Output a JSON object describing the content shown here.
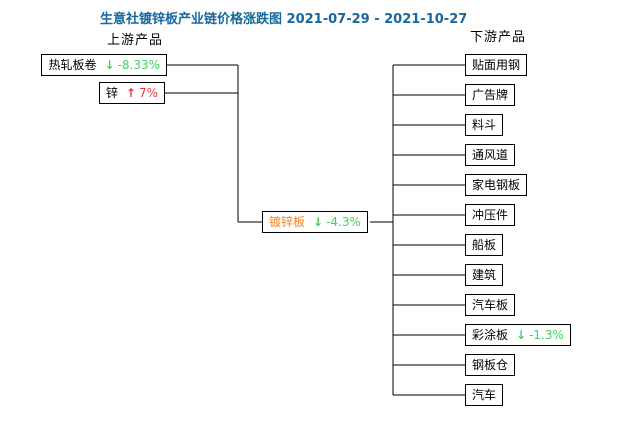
{
  "title": "生意社镀锌板产业链价格涨跌图 2021-07-29 - 2021-10-27",
  "colors": {
    "title_blue": "#16689E",
    "down_green": "#3BD65E",
    "up_red": "#E83A3A",
    "center_orange": "#F8821F",
    "node_border": "#000000",
    "text_black": "#000000",
    "background": "#FFFFFF"
  },
  "upstream": {
    "header": "上游产品",
    "items": [
      {
        "label": "热轧板卷",
        "arrow": "↓",
        "change": "-8.33%",
        "direction": "down"
      },
      {
        "label": "锌",
        "arrow": "↑",
        "change": "7%",
        "direction": "up"
      }
    ]
  },
  "center": {
    "label": "镀锌板",
    "arrow": "↓",
    "change": "-4.3%",
    "direction": "down"
  },
  "downstream": {
    "header": "下游产品",
    "items": [
      {
        "label": "贴面用钢"
      },
      {
        "label": "广告牌"
      },
      {
        "label": "料斗"
      },
      {
        "label": "通风道"
      },
      {
        "label": "家电钢板"
      },
      {
        "label": "冲压件"
      },
      {
        "label": "船板"
      },
      {
        "label": "建筑"
      },
      {
        "label": "汽车板"
      },
      {
        "label": "彩涂板",
        "arrow": "↓",
        "change": "-1.3%",
        "direction": "down"
      },
      {
        "label": "钢板仓"
      },
      {
        "label": "汽车"
      }
    ]
  }
}
